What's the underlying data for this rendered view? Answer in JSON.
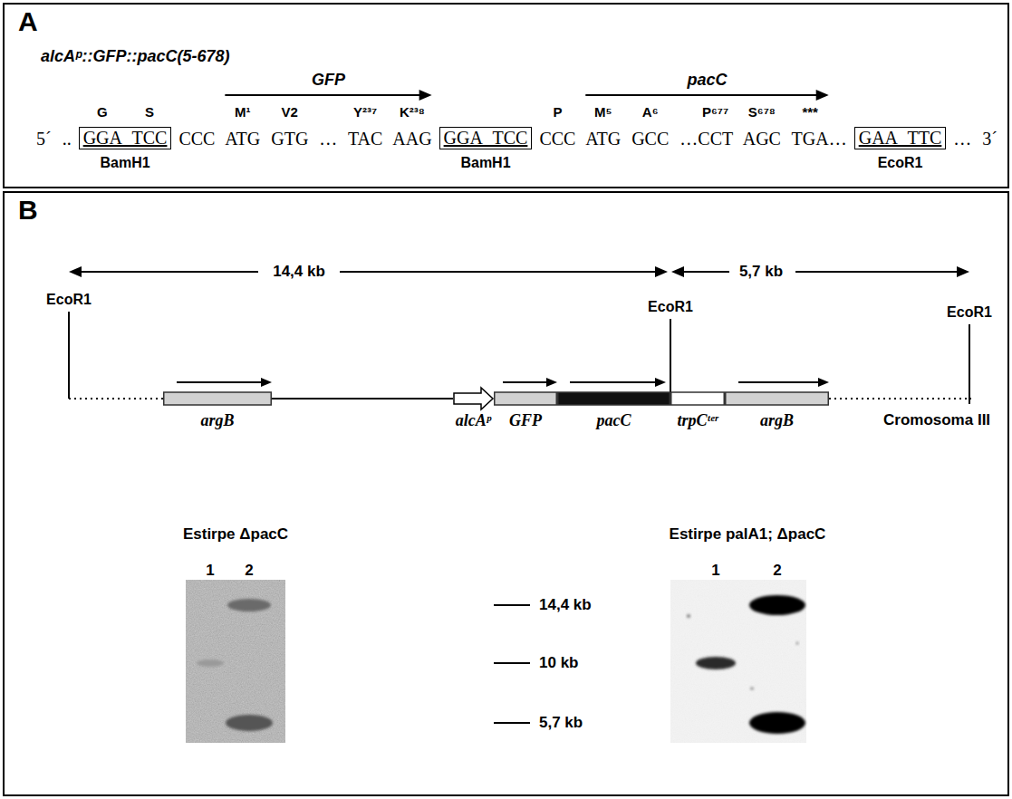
{
  "diagram": {
    "nodes": [
      {
        "text": [
          "A"
        ]
      },
      {
        "text": [
          "GGA TCC"
        ],
        "in": 0
      },
      {
        "text": [
          "GGA TCC"
        ],
        "in": 0
      },
      {
        "text": [
          "GAA TTC"
        ],
        "in": 0
      },
      {
        "text": [
          "B"
        ]
      },
      {
        "text": [
          "argB"
        ],
        "in": 4
      },
      {
        "text": [
          "alcAᵖ"
        ],
        "in": 4
      },
      {
        "text": [
          "GFP"
        ],
        "in": 4
      },
      {
        "text": [
          "pacC"
        ],
        "in": 4
      },
      {
        "text": [
          "trpCᵗᵉʳ"
        ],
        "in": 4
      },
      {
        "text": [
          "argB"
        ],
        "in": 4
      },
      {
        "text": [
          "Estirpe ΔpacC",
          "1",
          "2"
        ],
        "in": 4
      },
      {
        "text": [
          "Estirpe palA1; ΔpacC",
          "1",
          "2"
        ],
        "in": 4
      }
    ],
    "labels": [
      "alcAᵖ::GFP::pacC(5-678)",
      "GFP",
      "pacC",
      "M¹",
      "V2",
      "Y²³⁷",
      "K²³⁸",
      "G",
      "S",
      "P",
      "M⁵",
      "A⁶",
      "P⁶⁷⁷",
      "S⁶⁷⁸",
      "***",
      "5´ ..",
      "CCC ATG GTG … TAC AAG",
      "CCC ATG GCC …CCT AGC TGA…",
      "… 3´",
      "BamH1",
      "BamH1",
      "EcoR1",
      "14,4 kb",
      "5,7 kb",
      "EcoR1",
      "EcoR1",
      "EcoR1",
      "Cromosoma III",
      "14,4 kb",
      "10 kb",
      "5,7 kb"
    ]
  }
}
